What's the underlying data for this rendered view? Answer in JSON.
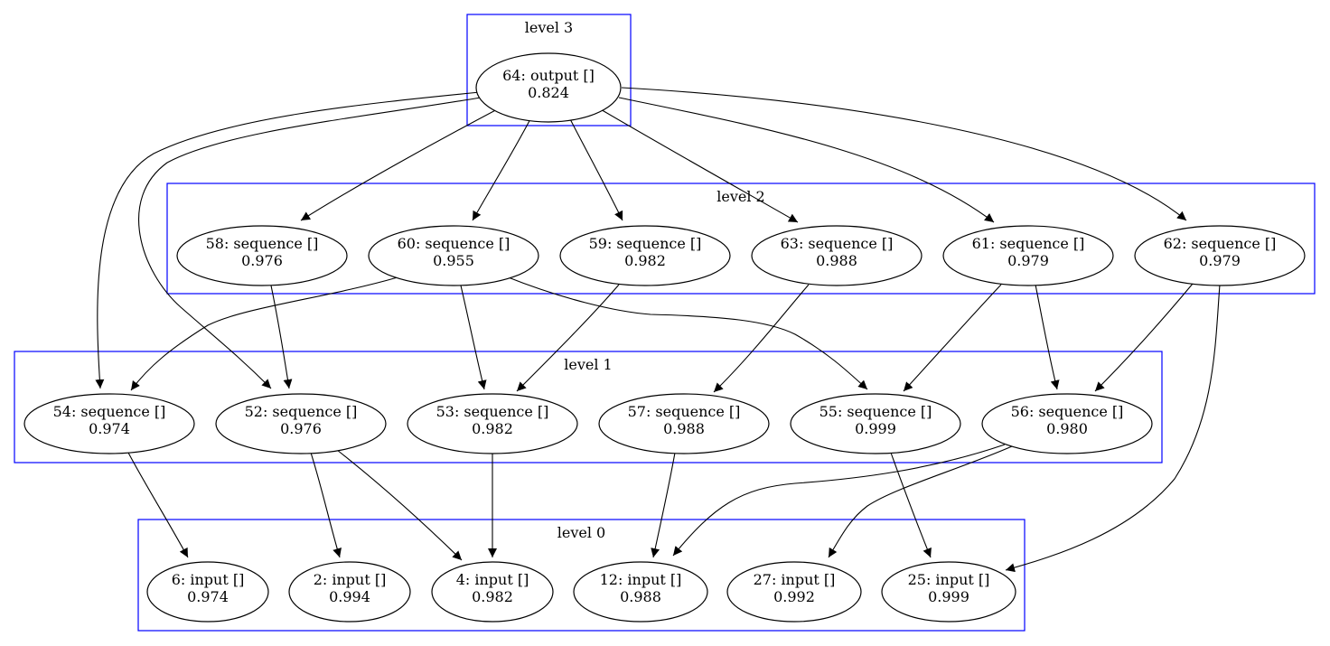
{
  "graph": {
    "clusters": [
      {
        "id": "level3",
        "label": "level 3"
      },
      {
        "id": "level2",
        "label": "level 2"
      },
      {
        "id": "level1",
        "label": "level 1"
      },
      {
        "id": "level0",
        "label": "level 0"
      }
    ],
    "nodes": [
      {
        "id": "n64",
        "label": "64: output []",
        "value": "0.824"
      },
      {
        "id": "n58",
        "label": "58: sequence []",
        "value": "0.976"
      },
      {
        "id": "n60",
        "label": "60: sequence []",
        "value": "0.955"
      },
      {
        "id": "n59",
        "label": "59: sequence []",
        "value": "0.982"
      },
      {
        "id": "n63",
        "label": "63: sequence []",
        "value": "0.988"
      },
      {
        "id": "n61",
        "label": "61: sequence []",
        "value": "0.979"
      },
      {
        "id": "n62",
        "label": "62: sequence []",
        "value": "0.979"
      },
      {
        "id": "n54",
        "label": "54: sequence []",
        "value": "0.974"
      },
      {
        "id": "n52",
        "label": "52: sequence []",
        "value": "0.976"
      },
      {
        "id": "n53",
        "label": "53: sequence []",
        "value": "0.982"
      },
      {
        "id": "n57",
        "label": "57: sequence []",
        "value": "0.988"
      },
      {
        "id": "n55",
        "label": "55: sequence []",
        "value": "0.999"
      },
      {
        "id": "n56",
        "label": "56: sequence []",
        "value": "0.980"
      },
      {
        "id": "n6",
        "label": "6: input []",
        "value": "0.974"
      },
      {
        "id": "n2",
        "label": "2: input []",
        "value": "0.994"
      },
      {
        "id": "n4",
        "label": "4: input []",
        "value": "0.982"
      },
      {
        "id": "n12",
        "label": "12: input []",
        "value": "0.988"
      },
      {
        "id": "n27",
        "label": "27: input []",
        "value": "0.992"
      },
      {
        "id": "n25",
        "label": "25: input []",
        "value": "0.999"
      }
    ],
    "edges": [
      {
        "from": "n64",
        "to": "n58"
      },
      {
        "from": "n64",
        "to": "n60"
      },
      {
        "from": "n64",
        "to": "n59"
      },
      {
        "from": "n64",
        "to": "n63"
      },
      {
        "from": "n64",
        "to": "n61"
      },
      {
        "from": "n64",
        "to": "n62"
      },
      {
        "from": "n64",
        "to": "n54"
      },
      {
        "from": "n64",
        "to": "n52"
      },
      {
        "from": "n58",
        "to": "n52"
      },
      {
        "from": "n60",
        "to": "n54"
      },
      {
        "from": "n60",
        "to": "n53"
      },
      {
        "from": "n60",
        "to": "n55"
      },
      {
        "from": "n59",
        "to": "n53"
      },
      {
        "from": "n63",
        "to": "n57"
      },
      {
        "from": "n61",
        "to": "n55"
      },
      {
        "from": "n61",
        "to": "n56"
      },
      {
        "from": "n62",
        "to": "n56"
      },
      {
        "from": "n62",
        "to": "n25"
      },
      {
        "from": "n54",
        "to": "n6"
      },
      {
        "from": "n52",
        "to": "n2"
      },
      {
        "from": "n52",
        "to": "n4"
      },
      {
        "from": "n53",
        "to": "n4"
      },
      {
        "from": "n57",
        "to": "n12"
      },
      {
        "from": "n56",
        "to": "n12"
      },
      {
        "from": "n56",
        "to": "n27"
      },
      {
        "from": "n55",
        "to": "n25"
      }
    ]
  }
}
